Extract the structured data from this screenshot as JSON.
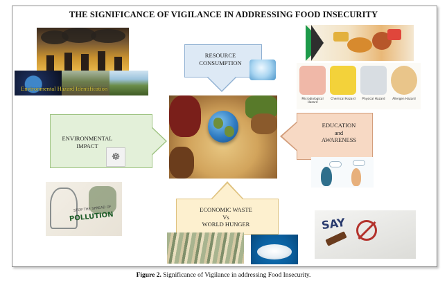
{
  "figure": {
    "title": "THE SIGNIFICANCE  OF VIGILANCE  IN ADDRESSING FOOD INSECURITY",
    "caption_label": "Figure 2.",
    "caption_text": "Significance of Vigilance in addressing Food Insecurity."
  },
  "nodes": {
    "resource": {
      "line1": "RESOURCE",
      "line2": "CONSUMPTION"
    },
    "environmental": {
      "line1": "ENVIRONMENTAL",
      "line2": "IMPACT"
    },
    "education": {
      "line1": "EDUCATION",
      "line2": "and",
      "line3": "AWARENESS"
    },
    "economic": {
      "line1": "ECONOMIC WASTE",
      "line2": "Vs",
      "line3": "WORLD HUNGER"
    }
  },
  "images": {
    "hazard_caption": "Environmental Hazard Identification",
    "hazard_types": [
      "Microbiological Hazard",
      "Chemical Hazard",
      "Physical Hazard",
      "Allergen Hazard"
    ],
    "drawing_text": "POLLUTION",
    "drawing_subtext": "STOP THE SPREAD OF",
    "protest_text": "SAY"
  },
  "colors": {
    "resource_fill": "#dde9f5",
    "environmental_fill": "#e3f0d9",
    "education_fill": "#f7d9c4",
    "economic_fill": "#fdf0cf"
  }
}
